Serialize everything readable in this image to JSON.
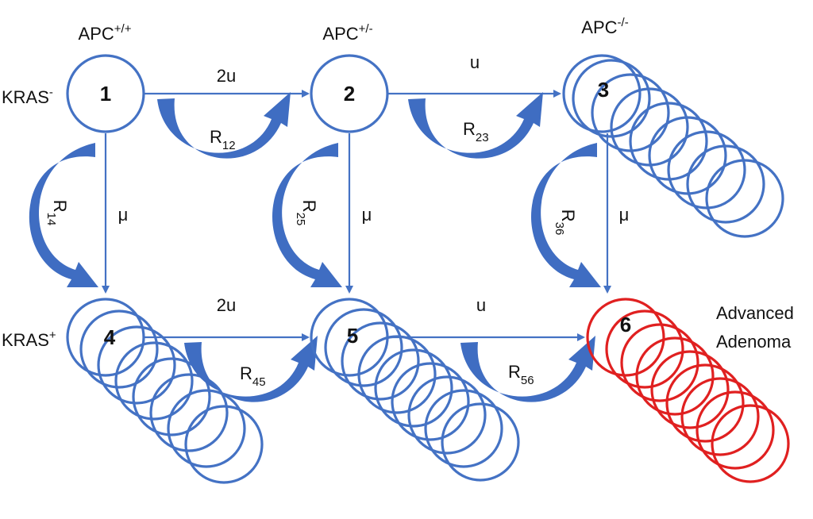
{
  "column_labels": {
    "apc_wt": {
      "base": "APC",
      "sup": "+/+"
    },
    "apc_het": {
      "base": "APC",
      "sup": "+/-"
    },
    "apc_null": {
      "base": "APC",
      "sup": "-/-"
    }
  },
  "row_labels": {
    "kras_neg": {
      "base": "KRAS",
      "sup": "-"
    },
    "kras_pos": {
      "base": "KRAS",
      "sup": "+"
    }
  },
  "nodes": [
    {
      "id": "1",
      "label": "1",
      "color": "#4472C4"
    },
    {
      "id": "2",
      "label": "2",
      "color": "#4472C4"
    },
    {
      "id": "3",
      "label": "3",
      "color": "#4472C4"
    },
    {
      "id": "4",
      "label": "4",
      "color": "#4472C4"
    },
    {
      "id": "5",
      "label": "5",
      "color": "#4472C4"
    },
    {
      "id": "6",
      "label": "6",
      "color": "#E02020"
    }
  ],
  "edges": {
    "e12": {
      "rate": "2u"
    },
    "e23": {
      "rate": "u"
    },
    "e45": {
      "rate": "2u"
    },
    "e56": {
      "rate": "u"
    },
    "e14": {
      "rate": "μ"
    },
    "e25": {
      "rate": "μ"
    },
    "e36": {
      "rate": "μ"
    }
  },
  "transition_rates": {
    "r12": {
      "base": "R",
      "sub": "12"
    },
    "r23": {
      "base": "R",
      "sub": "23"
    },
    "r45": {
      "base": "R",
      "sub": "45"
    },
    "r56": {
      "base": "R",
      "sub": "56"
    },
    "r14": {
      "base": "R",
      "sub": "14"
    },
    "r25": {
      "base": "R",
      "sub": "25"
    },
    "r36": {
      "base": "R",
      "sub": "36"
    }
  },
  "outcome_label": {
    "line1": "Advanced",
    "line2": "Adenoma"
  },
  "colors": {
    "line": "#4472C4",
    "curved_arrow": "#3F6DC2",
    "advanced": "#E02020",
    "text": "#111111"
  }
}
